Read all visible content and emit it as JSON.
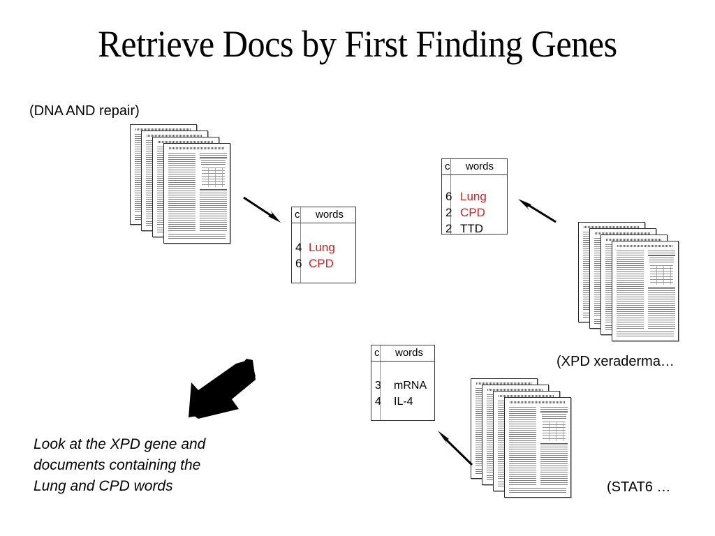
{
  "slide": {
    "title": "Retrieve Docs by First Finding Genes",
    "background_color": "#ffffff"
  },
  "colors": {
    "highlight_word": "#CC2222",
    "normal_word": "#000000",
    "rule": "#3a3a3a",
    "vrule": "#8a8a8a"
  },
  "queries": {
    "dna_repair": "(DNA AND repair)",
    "xpd": "(XPD xeraderma…",
    "stat6": "(STAT6 …"
  },
  "caption": {
    "lines": [
      "Look at the XPD gene and",
      "documents containing the",
      "Lung and CPD words"
    ]
  },
  "tables": [
    {
      "id": "table-a",
      "name": "word-count-table-dna-repair",
      "headers": {
        "count": "c",
        "words": "words"
      },
      "rows": [
        {
          "count": "4",
          "word": "Lung",
          "emphasis": "red"
        },
        {
          "count": "6",
          "word": "CPD",
          "emphasis": "red"
        }
      ]
    },
    {
      "id": "table-b",
      "name": "word-count-table-xpd",
      "headers": {
        "count": "c",
        "words": "words"
      },
      "rows": [
        {
          "count": "6",
          "word": "Lung",
          "emphasis": "red"
        },
        {
          "count": "2",
          "word": "CPD",
          "emphasis": "red"
        },
        {
          "count": "2",
          "word": "TTD",
          "emphasis": "black"
        }
      ]
    },
    {
      "id": "table-c",
      "name": "word-count-table-stat6",
      "headers": {
        "count": "c",
        "words": "words"
      },
      "rows": [
        {
          "count": "3",
          "word": "mRNA",
          "emphasis": "black"
        },
        {
          "count": "4",
          "word": "IL-4",
          "emphasis": "black"
        }
      ]
    }
  ],
  "doc_stacks": [
    {
      "id": "docs-dna",
      "name": "document-stack-dna-repair",
      "pages": 4
    },
    {
      "id": "docs-xpd",
      "name": "document-stack-xpd",
      "pages": 4
    },
    {
      "id": "docs-stat6",
      "name": "document-stack-stat6",
      "pages": 4
    }
  ],
  "arrows": [
    {
      "id": "arrow-1",
      "name": "arrow-docs-to-table-a",
      "direction": "down-right",
      "style": "thin"
    },
    {
      "id": "arrow-2",
      "name": "arrow-docs-to-table-b",
      "direction": "up-left",
      "style": "thin"
    },
    {
      "id": "arrow-3",
      "name": "arrow-docs-to-table-c",
      "direction": "up-left",
      "style": "thin"
    },
    {
      "id": "arrow-big",
      "name": "arrow-conclusion",
      "direction": "down-left",
      "style": "block"
    }
  ]
}
